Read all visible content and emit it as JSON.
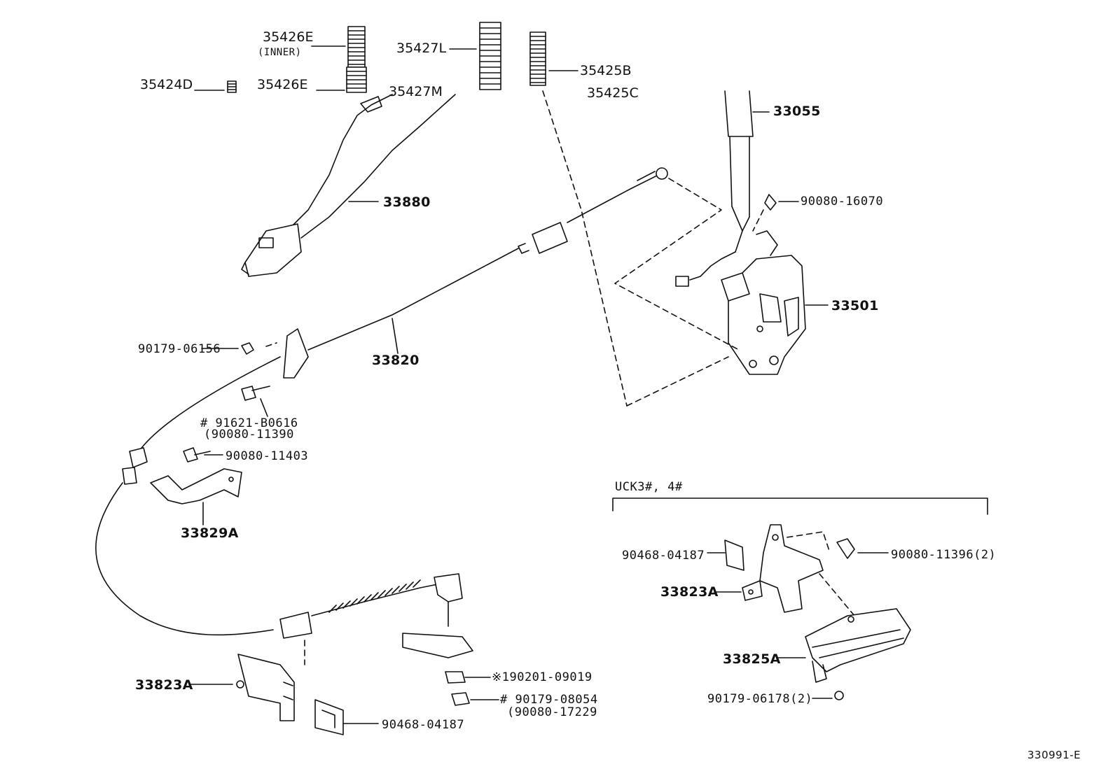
{
  "diagram_code": "330991-E",
  "variant_label": "UCK3#, 4#",
  "labels": {
    "p35426E_top": "35426E",
    "p35426E_inner": "(INNER)",
    "p35427L": "35427L",
    "p35425B": "35425B",
    "p35424D": "35424D",
    "p35426E_low": "35426E",
    "p35427M": "35427M",
    "p35425C": "35425C",
    "p33055": "33055",
    "p90080_16070": "90080-16070",
    "p33880": "33880",
    "p33501": "33501",
    "p90179_06156": "90179-06156",
    "p33820": "33820",
    "p91621": "# 91621-B0616",
    "p90080_11390": "(90080-11390",
    "p90080_11403": "90080-11403",
    "p33829A": "33829A",
    "p90468_04187_r": "90468-04187",
    "p90080_11396": "90080-11396(2)",
    "p33823A_r": "33823A",
    "p33825A": "33825A",
    "p90179_06178": "90179-06178(2)",
    "p33823A_l": "33823A",
    "p90201": "※190201-09019",
    "p90179_08054": "# 90179-08054",
    "p90080_17229": "(90080-17229",
    "p90468_04187_l": "90468-04187"
  }
}
